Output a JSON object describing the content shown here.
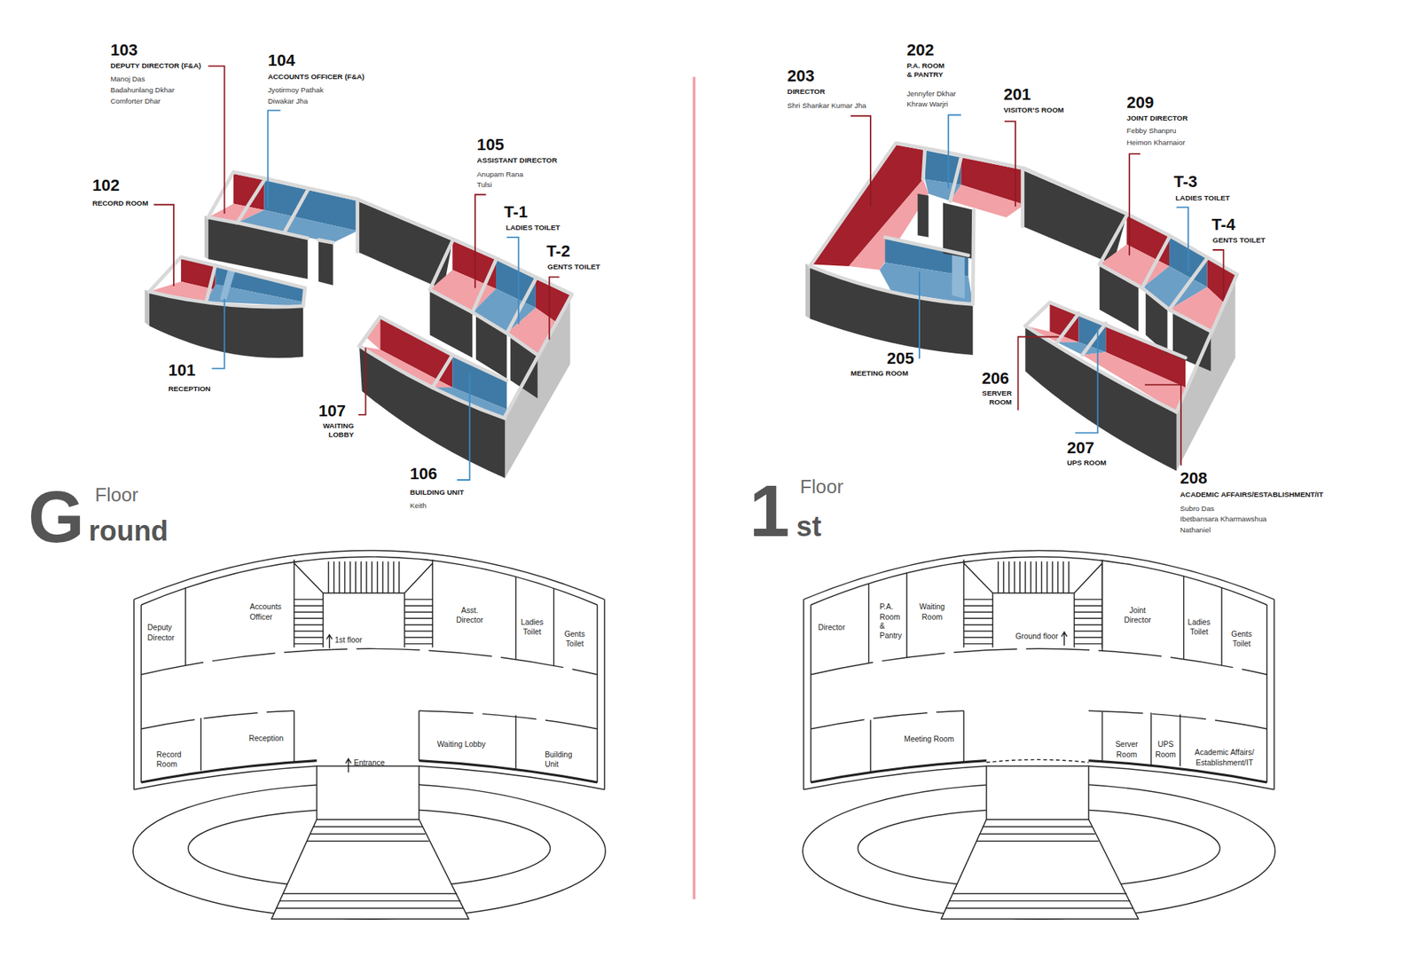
{
  "diagram": {
    "labels": [
      "103",
      "DEPUTY DIRECTOR (F&A)",
      "Manoj Das",
      "Badahunlang Dkhar",
      "Comforter Dhar",
      "104",
      "ACCOUNTS OFFICER (F&A)",
      "Jyotirmoy Pathak",
      "Diwakar Jha",
      "102",
      "RECORD ROOM",
      "105",
      "ASSISTANT DIRECTOR",
      "Anupam Rana",
      "Tulsi",
      "T-1",
      "LADIES TOILET",
      "T-2",
      "GENTS TOILET",
      "101",
      "RECEPTION",
      "107",
      "WAITING LOBBY",
      "106",
      "BUILDING UNIT",
      "Keith",
      "G",
      "Floor",
      "round",
      "Deputy Director",
      "Accounts Officer",
      "1st floor",
      "Asst. Director",
      "Ladies Toilet",
      "Gents Toilet",
      "Reception",
      "Waiting Lobby",
      "Record Room",
      "Entrance",
      "Building Unit",
      "203",
      "DIRECTOR",
      "Shri Shankar Kumar Jha",
      "202",
      "P.A. ROOM & PANTRY",
      "Jennyfer Dkhar",
      "Khraw Warjri",
      "201",
      "VISITOR’S ROOM",
      "209",
      "JOINT DIRECTOR",
      "Febby Shanpru",
      "Heimon Kharnaior",
      "T-3",
      "LADIES TOILET",
      "T-4",
      "GENTS TOILET",
      "205",
      "MEETING ROOM",
      "206",
      "SERVER ROOM",
      "207",
      "UPS ROOM",
      "208",
      "ACADEMIC AFFAIRS/ESTABLISHMENT/IT",
      "Subro Das",
      "Ibetbansara Kharmawshua",
      "Nathaniel",
      "1",
      "Floor",
      "st",
      "Director",
      "P.A. Room & Pantry",
      "Waiting Room",
      "Ground floor",
      "Joint Director",
      "Ladies Toilet",
      "Gents Toilet",
      "Meeting Room",
      "Server Room",
      "UPS Room",
      "Academic Affairs/ Establishment/IT"
    ]
  }
}
